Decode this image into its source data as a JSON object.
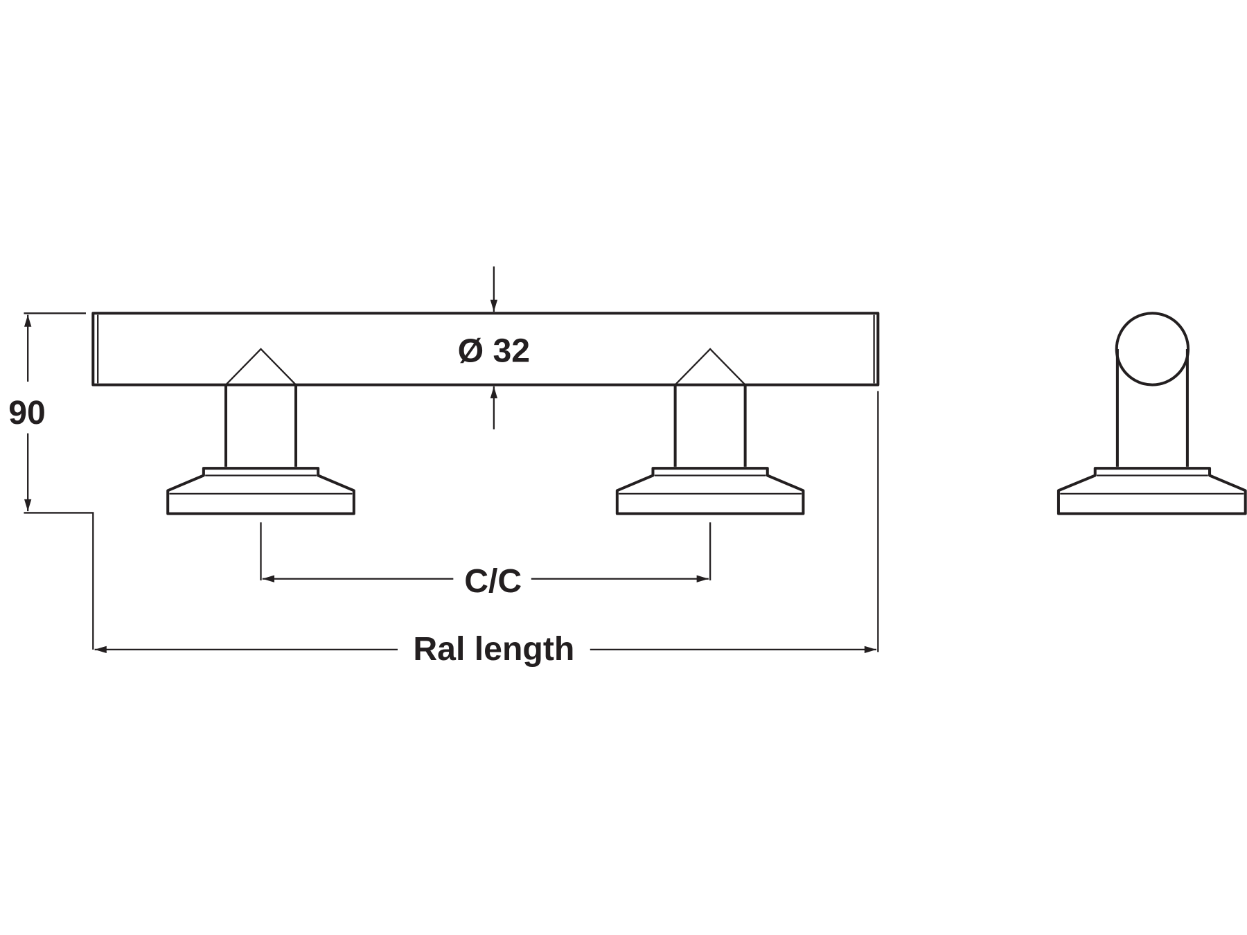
{
  "diagram": {
    "dimensions": {
      "height": "90",
      "diameter": "Ø 32",
      "centre_to_centre": "C/C",
      "overall_length": "Ral length"
    },
    "colors": {
      "line": "#231f20",
      "background": "#ffffff"
    }
  }
}
